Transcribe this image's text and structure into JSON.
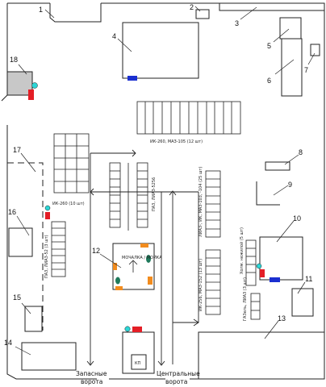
{
  "colors": {
    "line": "#222222",
    "red": "#e41e26",
    "blue": "#1b2fd0",
    "cyan": "#2bd6d6",
    "orange": "#f28c1e",
    "teal": "#1f7a5c",
    "grey": "#c8c8c8"
  },
  "callouts": [
    "1",
    "2",
    "3",
    "4",
    "5",
    "6",
    "7",
    "8",
    "9",
    "10",
    "11",
    "12",
    "13",
    "14",
    "15",
    "16",
    "17",
    "18"
  ],
  "texts": {
    "top_park": "ИК-260, МАЗ-105 (12 шт)",
    "left_park": "ИК-260 (10 шт)",
    "pgs_left": "ПАЗ, ЛИАЗ-52 (3 шт)",
    "center_col": "ПАЗ, ЛИАЗ-5256",
    "right_top": "ЛИАЗ-, ИК, МАЗ-103, -104 (25 шт)",
    "right_mid": "ИК-256, МАЗ-152 (13 шт)",
    "right_small": "ГАЗель, ЛИАЗ (3 шт)",
    "shed": "Холм. нежилой (5 шт)",
    "center_box": "МОЧАЛКА / МОЙКА",
    "booth": "КП",
    "gate_spare_1": "Запасные",
    "gate_spare_2": "ворота",
    "gate_main_1": "Центральные",
    "gate_main_2": "ворота"
  }
}
